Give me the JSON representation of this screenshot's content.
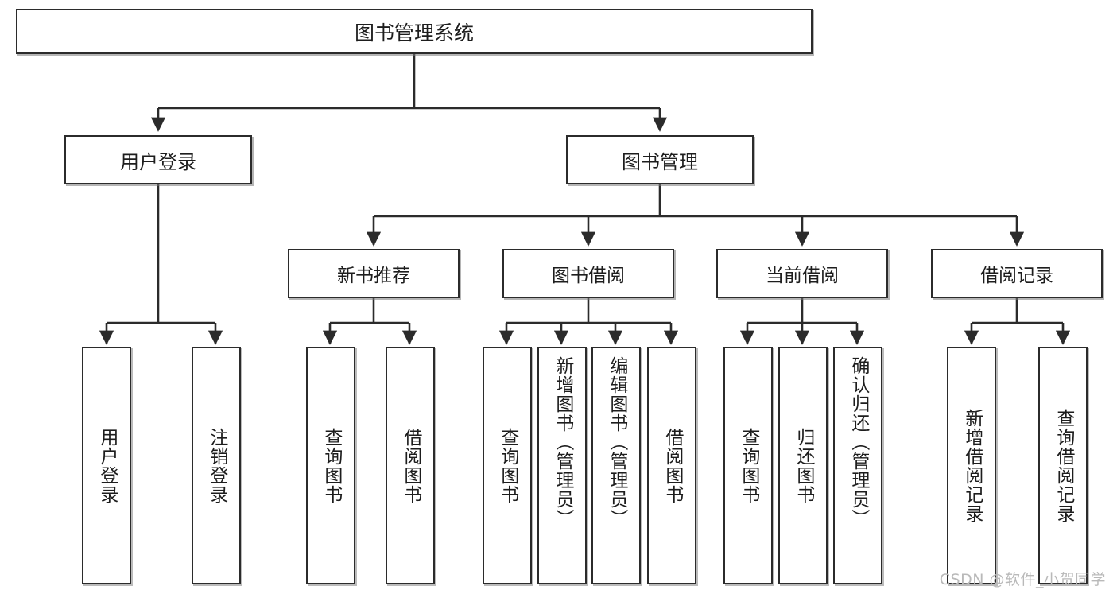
{
  "diagram": {
    "title": "图书管理系统",
    "watermark": "CSDN @软件_小贺同学",
    "type": "tree / functional-structure-diagram",
    "edge_style": "orthogonal elbow with filled arrowheads",
    "colors": {
      "box_border": "#2b2b2b",
      "box_fill": "#ffffff",
      "text": "#1d1d1d",
      "connector": "#2b2b2b",
      "watermark": "#b9b9b9",
      "background": "#ffffff"
    },
    "root": {
      "label": "图书管理系统"
    },
    "level2": [
      {
        "id": "user-login",
        "label": "用户登录"
      },
      {
        "id": "book-manage",
        "label": "图书管理"
      }
    ],
    "level3": [
      {
        "id": "new-book-recommend",
        "label": "新书推荐"
      },
      {
        "id": "book-borrow",
        "label": "图书借阅"
      },
      {
        "id": "current-borrow",
        "label": "当前借阅"
      },
      {
        "id": "borrow-record",
        "label": "借阅记录"
      }
    ],
    "leaves": [
      {
        "id": "leaf-user-login",
        "label": "用户登录",
        "parent": "user-login"
      },
      {
        "id": "leaf-user-logout",
        "label": "注销登录",
        "parent": "user-login"
      },
      {
        "id": "leaf-query-book-1",
        "label": "查询图书",
        "parent": "new-book-recommend"
      },
      {
        "id": "leaf-borrow-book-1",
        "label": "借阅图书",
        "parent": "new-book-recommend"
      },
      {
        "id": "leaf-query-book-2",
        "label": "查询图书",
        "parent": "book-borrow"
      },
      {
        "id": "leaf-add-book-admin",
        "label": "新增图书（管理员）",
        "parent": "book-borrow"
      },
      {
        "id": "leaf-edit-book-admin",
        "label": "编辑图书（管理员）",
        "parent": "book-borrow"
      },
      {
        "id": "leaf-borrow-book-2",
        "label": "借阅图书",
        "parent": "book-borrow"
      },
      {
        "id": "leaf-query-book-3",
        "label": "查询图书",
        "parent": "current-borrow"
      },
      {
        "id": "leaf-return-book",
        "label": "归还图书",
        "parent": "current-borrow"
      },
      {
        "id": "leaf-confirm-return-admin",
        "label": "确认归还（管理员）",
        "parent": "current-borrow"
      },
      {
        "id": "leaf-add-borrow-record",
        "label": "新增借阅记录",
        "parent": "borrow-record"
      },
      {
        "id": "leaf-query-borrow-record",
        "label": "查询借阅记录",
        "parent": "borrow-record"
      }
    ]
  }
}
